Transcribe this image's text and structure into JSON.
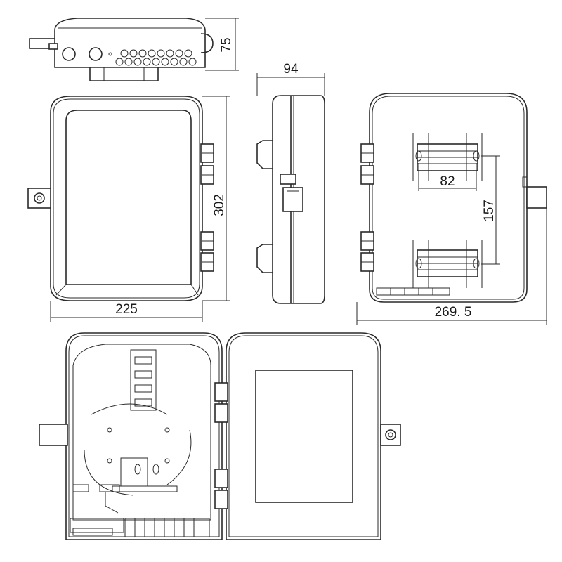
{
  "dimensions": {
    "top_view_height": "75",
    "front_width": "225",
    "front_height": "302",
    "side_depth": "94",
    "back_width": "269. 5",
    "mount_horizontal": "82",
    "mount_vertical": "157"
  },
  "colors": {
    "line": "#2a2a2a",
    "background": "#ffffff"
  }
}
